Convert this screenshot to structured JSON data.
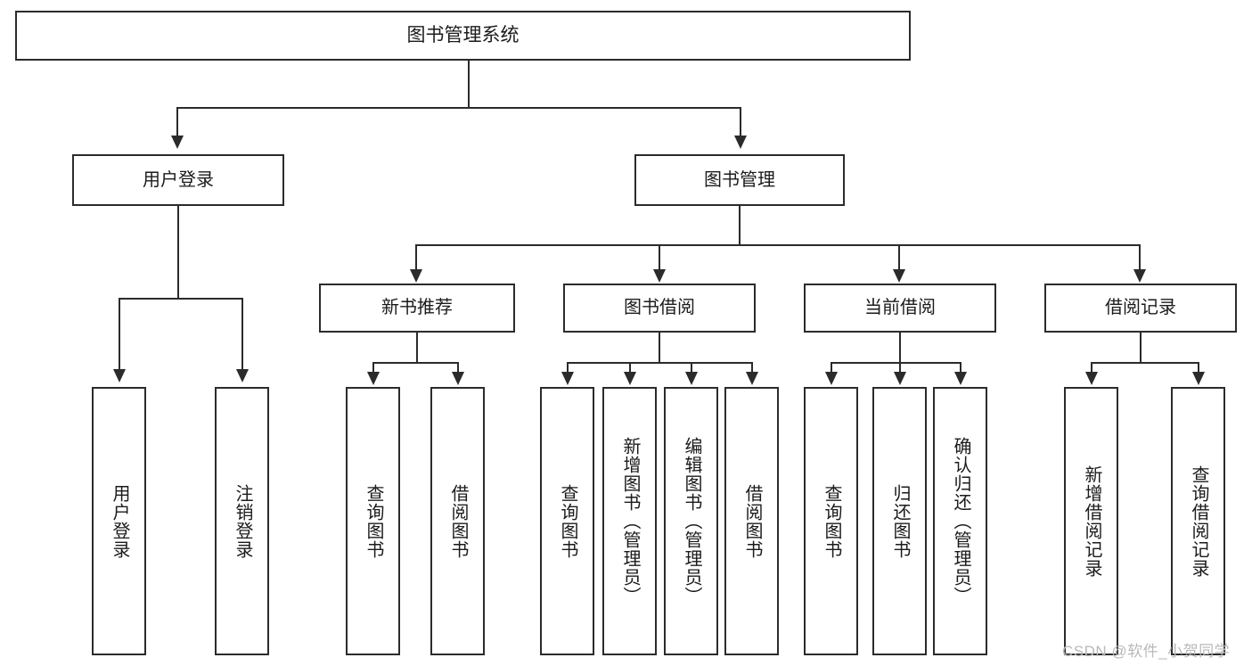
{
  "diagram": {
    "type": "tree-hierarchy-chart",
    "title": "图书管理系统",
    "watermark": "CSDN @软件_小贺同学",
    "line_color": "#2b2b2b",
    "box_fill": "#ffffff",
    "text_color": "#1b1b1b",
    "watermark_color": "#b9b9b9"
  },
  "nodes": {
    "root": {
      "label": "图书管理系统"
    },
    "level2": [
      {
        "label": "用户登录"
      },
      {
        "label": "图书管理"
      }
    ],
    "level3": [
      {
        "label": "新书推荐"
      },
      {
        "label": "图书借阅"
      },
      {
        "label": "当前借阅"
      },
      {
        "label": "借阅记录"
      }
    ],
    "leaves": {
      "user_login": [
        {
          "label": "用户登录"
        },
        {
          "label": "注销登录"
        }
      ],
      "new_book_recommend": [
        {
          "label": "查询图书"
        },
        {
          "label": "借阅图书"
        }
      ],
      "book_borrow": [
        {
          "label": "查询图书"
        },
        {
          "label": "新增图书（管理员）"
        },
        {
          "label": "编辑图书（管理员）"
        },
        {
          "label": "借阅图书"
        }
      ],
      "current_borrow": [
        {
          "label": "查询图书"
        },
        {
          "label": "归还图书"
        },
        {
          "label": "确认归还（管理员）"
        }
      ],
      "borrow_record": [
        {
          "label": "新增借阅记录"
        },
        {
          "label": "查询借阅记录"
        }
      ]
    }
  }
}
